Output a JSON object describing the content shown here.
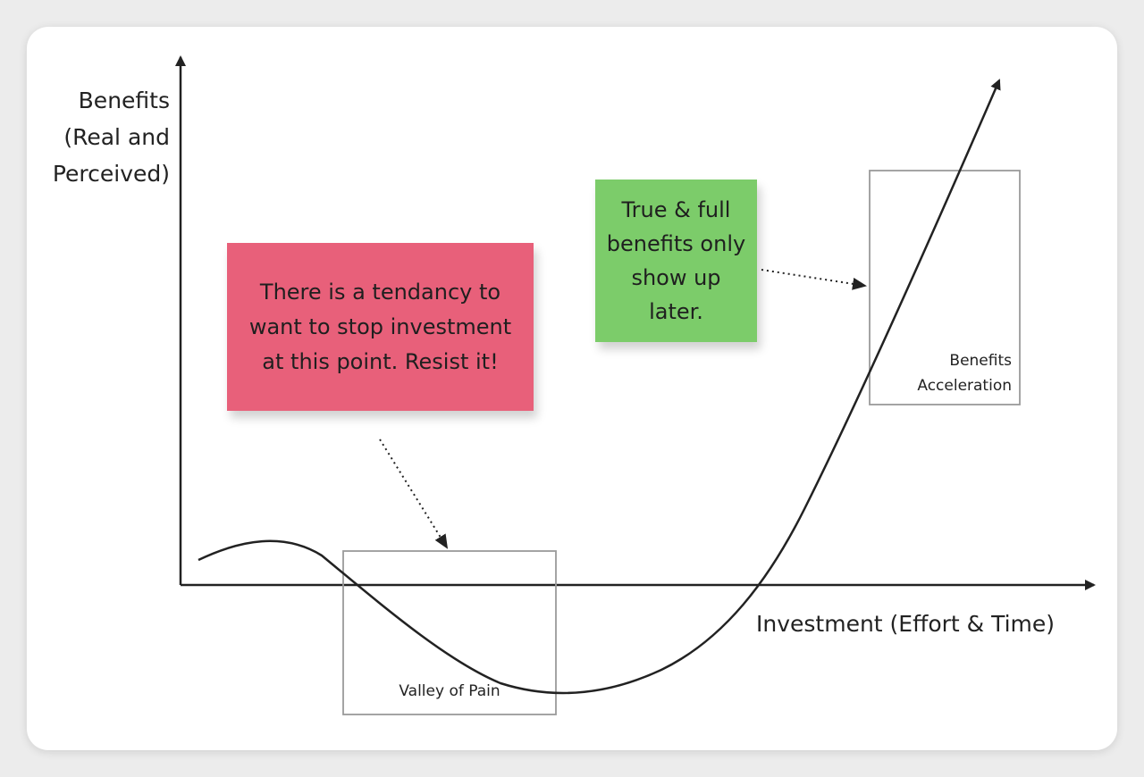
{
  "axes": {
    "y_label": "Benefits (Real and Perceived)",
    "x_label": "Investment (Effort & Time)"
  },
  "notes": {
    "red_note": "There is a tendancy to want to stop investment at this point. Resist it!",
    "green_note": "True & full benefits only show up later."
  },
  "regions": {
    "valley": "Valley of Pain",
    "acceleration": "Benefits Acceleration"
  },
  "colors": {
    "red_note": "#e8607a",
    "green_note": "#7ccc6a",
    "line": "#222222",
    "region_border": "#9a9a9a"
  }
}
